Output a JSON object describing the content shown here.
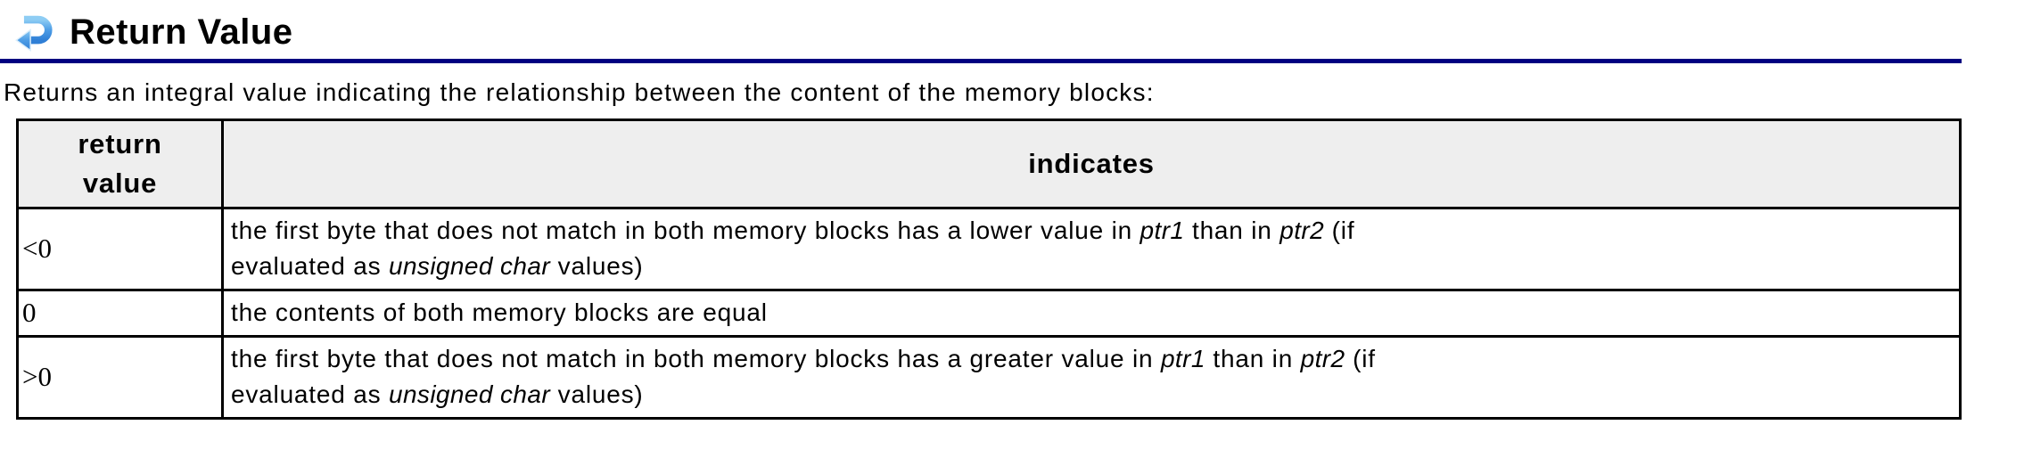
{
  "header": {
    "title": "Return Value",
    "rule_color": "#000080",
    "icon": "return-arrow-icon",
    "icon_colors": {
      "light": "#7ec1f0",
      "dark": "#2f7fd6"
    }
  },
  "intro": "Returns an integral value indicating the relationship between the content of the memory blocks:",
  "table": {
    "header_bg": "#eeeeee",
    "headers": {
      "return_value": "return\nvalue",
      "indicates": "indicates"
    },
    "rows": [
      {
        "value": "<0",
        "indicates": [
          {
            "t": "the first byte that does not match in both memory blocks has a lower value in "
          },
          {
            "t": "ptr1",
            "i": true
          },
          {
            "t": " than in "
          },
          {
            "t": "ptr2",
            "i": true
          },
          {
            "t": " (if"
          },
          {
            "br": true
          },
          {
            "t": "evaluated as "
          },
          {
            "t": "unsigned char",
            "i": true
          },
          {
            "t": " values)"
          }
        ]
      },
      {
        "value": "0",
        "indicates": [
          {
            "t": "the contents of both memory blocks are equal"
          }
        ]
      },
      {
        "value": ">0",
        "indicates": [
          {
            "t": "the first byte that does not match in both memory blocks has a greater value in "
          },
          {
            "t": "ptr1",
            "i": true
          },
          {
            "t": " than in "
          },
          {
            "t": "ptr2",
            "i": true
          },
          {
            "t": " (if"
          },
          {
            "br": true
          },
          {
            "t": "evaluated as "
          },
          {
            "t": "unsigned char",
            "i": true
          },
          {
            "t": " values)"
          }
        ]
      }
    ]
  }
}
